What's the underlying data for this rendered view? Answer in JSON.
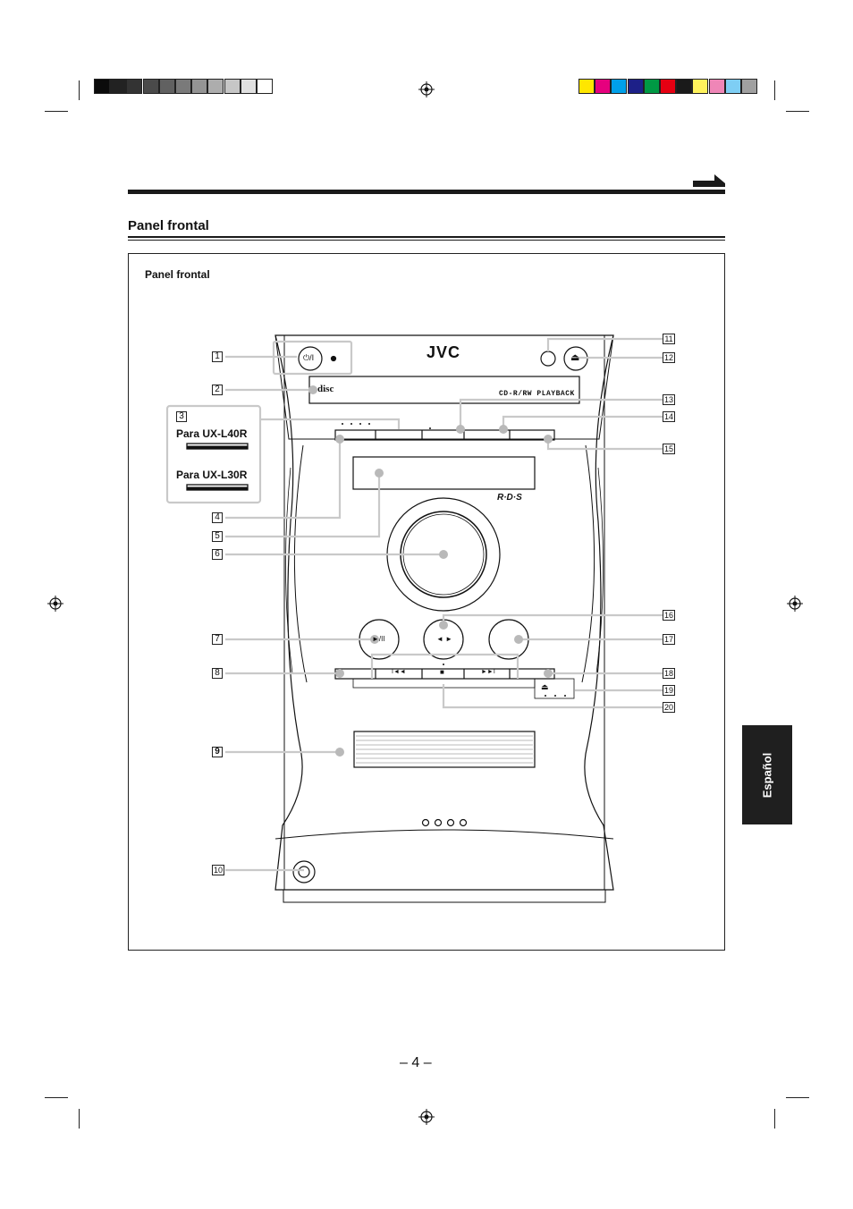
{
  "section_heading": "Panel frontal",
  "figure": {
    "caption": "Panel frontal",
    "brand_logo": "JVC",
    "disc_logo": "disc",
    "cd_label": "CD-R/RW PLAYBACK",
    "rds_logo": "R·D·S",
    "power_label": "⏻/I",
    "play_pause_label": "►/II",
    "direction_label": "◄ ►",
    "prev_label": "I◄◄",
    "stop_label": "■",
    "next_label": "►►I",
    "eject_label": "⏏",
    "variant_l40r": "Para UX-L40R",
    "variant_l30r": "Para UX-L30R",
    "callouts": [
      "1",
      "2",
      "3",
      "4",
      "5",
      "6",
      "7",
      "8",
      "9",
      "10",
      "11",
      "12",
      "13",
      "14",
      "15",
      "16",
      "17",
      "18",
      "19",
      "20"
    ]
  },
  "side_tab": "Español",
  "page_number": "– 4 –",
  "colors": {
    "ink": "#111111",
    "callout_dot": "#b9b9b9",
    "tab_bg": "#1f1f1f",
    "grayscale": [
      "#0b0b0b",
      "#222222",
      "#333333",
      "#4a4a4a",
      "#616161",
      "#7a7a7a",
      "#949494",
      "#adadad",
      "#c6c6c6",
      "#e0e0e0",
      "#ffffff"
    ],
    "process": [
      "#ffe600",
      "#e6007e",
      "#00a0e9",
      "#1d2088",
      "#009944",
      "#e60012",
      "#1a1a1a",
      "#fff35c",
      "#ef86b7",
      "#7ecef4",
      "#a0a0a0"
    ]
  }
}
